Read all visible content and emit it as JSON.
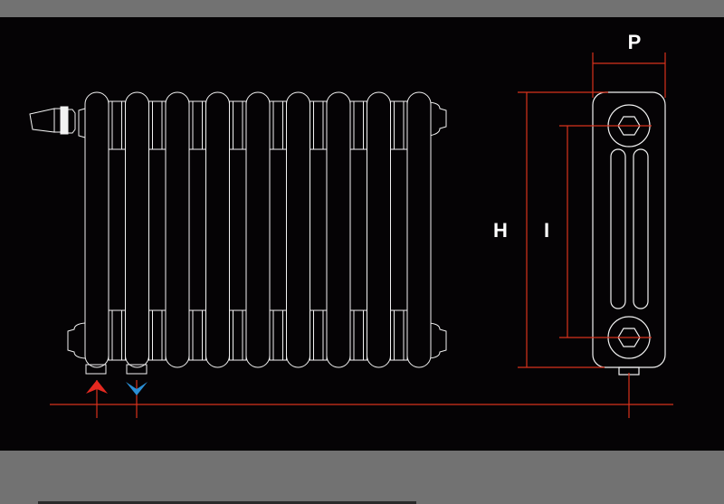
{
  "labels": {
    "depth": "P",
    "height": "H",
    "interaxis": "I"
  },
  "colors": {
    "background": "#050305",
    "frame": "#727272",
    "outline": "#f2f2f2",
    "dimension_line": "#d8321c",
    "inlet_arrow": "#e52920",
    "outlet_arrow": "#2a8fd6"
  },
  "icons": {
    "inlet": "arrow-up-icon",
    "outlet": "arrow-down-icon"
  }
}
